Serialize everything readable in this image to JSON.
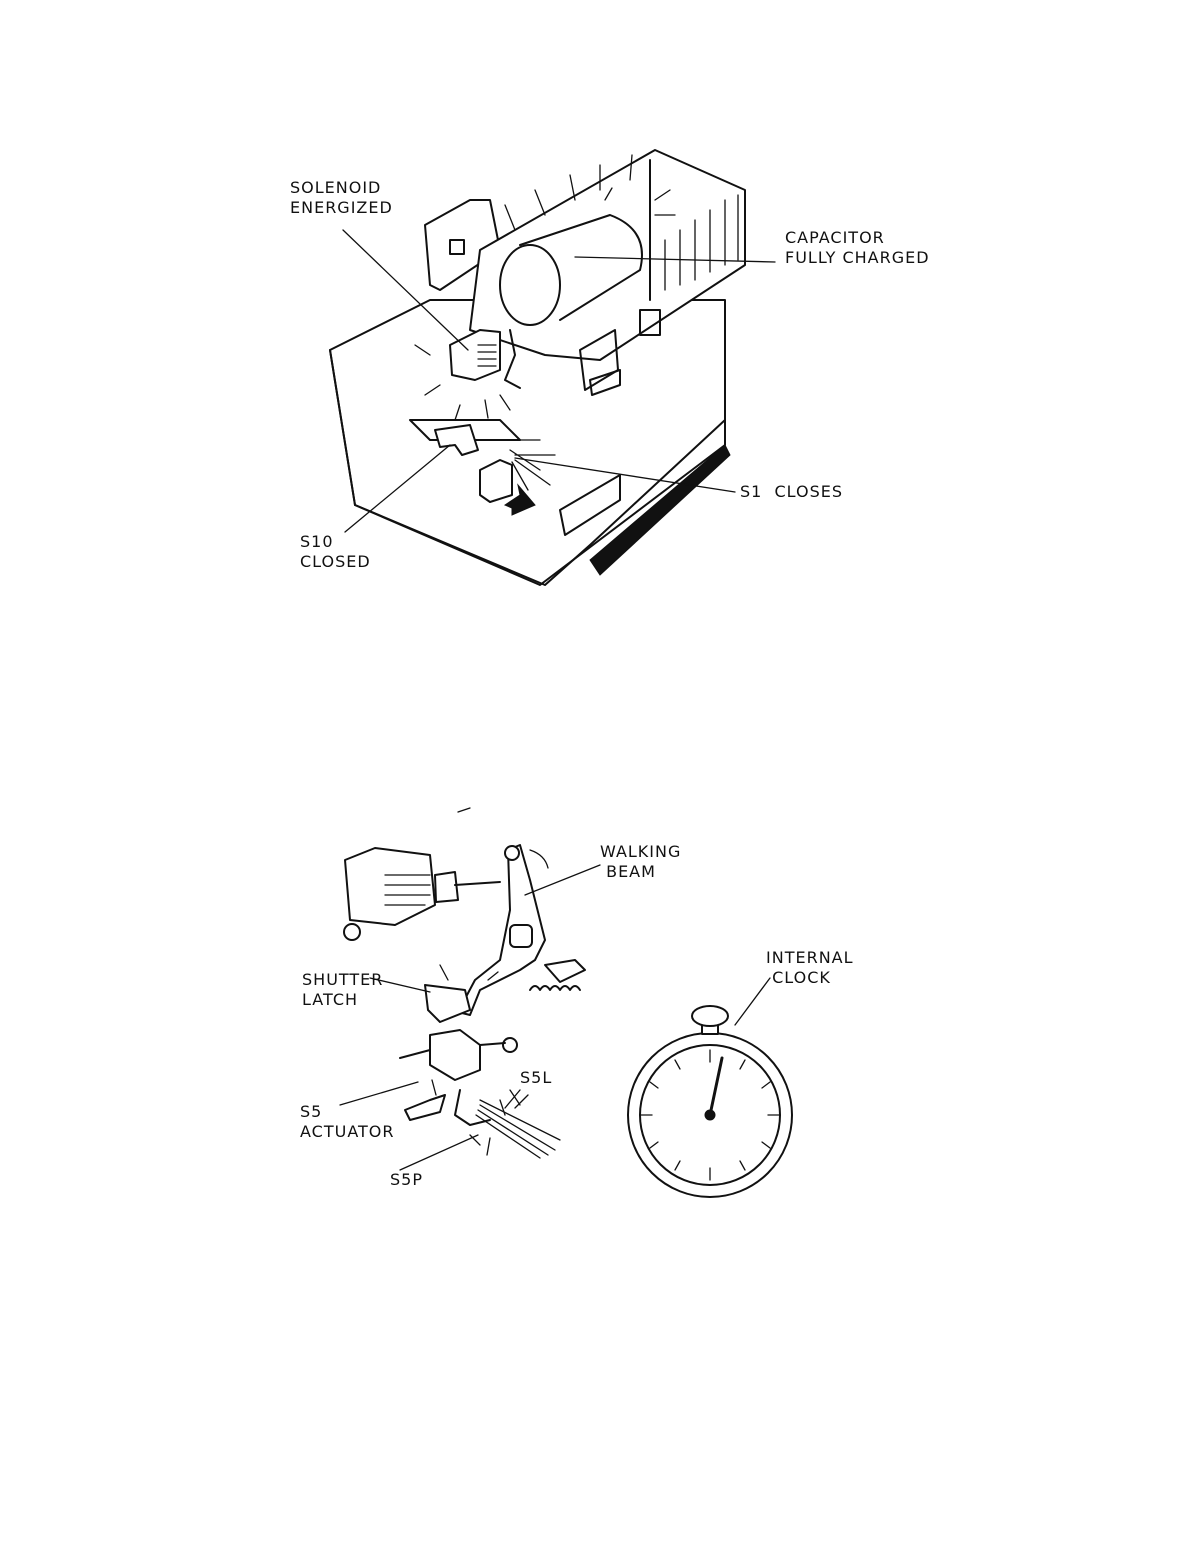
{
  "figure_top": {
    "labels": {
      "solenoid": "SOLENOID\nENERGIZED",
      "capacitor": "CAPACITOR\nFULLY CHARGED",
      "s1": "S1  CLOSES",
      "s10": "S10\nCLOSED"
    }
  },
  "figure_bottom": {
    "labels": {
      "walking_beam": "WALKING\n BEAM",
      "internal_clock": "INTERNAL\n CLOCK",
      "shutter_latch": "SHUTTER\nLATCH",
      "s5_actuator": "S5\nACTUATOR",
      "s5l": "S5L",
      "s5p": "S5P"
    }
  }
}
